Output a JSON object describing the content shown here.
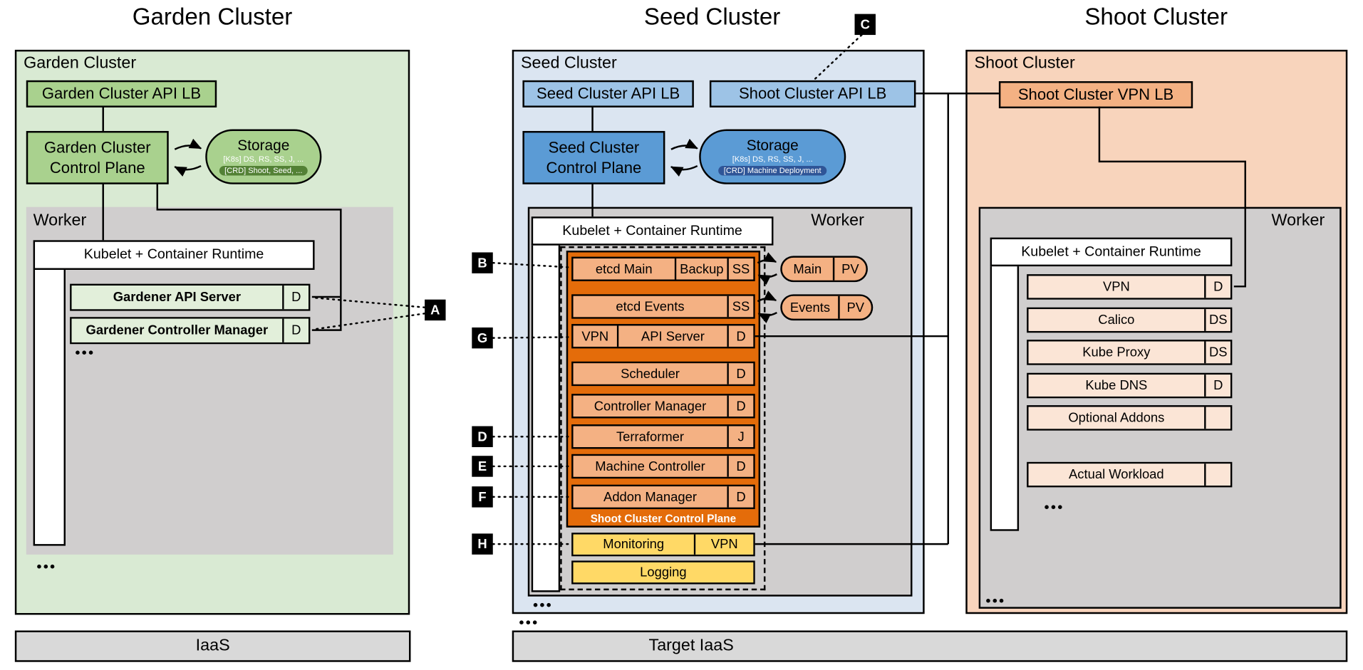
{
  "titles": {
    "garden": "Garden Cluster",
    "seed": "Seed Cluster",
    "shoot": "Shoot Cluster"
  },
  "misc": {
    "ellipsis": "•••"
  },
  "badges": {
    "a": "A",
    "b": "B",
    "c": "C",
    "d": "D",
    "e": "E",
    "f": "F",
    "g": "G",
    "h": "H"
  },
  "colors": {
    "garden_green": "#a9d18e",
    "seed_blue": "#5b9bd5",
    "orange": "#e46c0a",
    "cell_orange": "#f4b183",
    "yellow": "#ffd966"
  },
  "garden": {
    "box_label": "Garden Cluster",
    "api_lb": "Garden Cluster API LB",
    "control_plane": {
      "line1": "Garden Cluster",
      "line2": "Control Plane"
    },
    "storage": {
      "title": "Storage",
      "k8s_line": "[K8s] DS, RS, SS, J, ...",
      "crd_line": "[CRD] Shoot, Seed, ..."
    },
    "worker_label": "Worker",
    "kubelet": "Kubelet + Container Runtime",
    "deployments": [
      {
        "label": "Gardener API Server",
        "badge": "D"
      },
      {
        "label": "Gardener Controller Manager",
        "badge": "D"
      }
    ],
    "iaas": "IaaS"
  },
  "seed": {
    "box_label": "Seed Cluster",
    "api_lb": "Seed Cluster API LB",
    "shoot_api_lb": "Shoot Cluster API LB",
    "control_plane": {
      "line1": "Seed Cluster",
      "line2": "Control Plane"
    },
    "storage": {
      "title": "Storage",
      "k8s_line": "[K8s] DS, RS, SS, J, ...",
      "crd_line": "[CRD] Machine Deployment"
    },
    "worker_label": "Worker",
    "kubelet": "Kubelet + Container Runtime",
    "etcd_main": [
      "etcd Main",
      "Backup",
      "SS"
    ],
    "etcd_events": [
      "etcd Events",
      "SS"
    ],
    "api_server": [
      "VPN",
      "API Server",
      "D"
    ],
    "scheduler": [
      "Scheduler",
      "D"
    ],
    "controller_manager": [
      "Controller Manager",
      "D"
    ],
    "terraformer": [
      "Terraformer",
      "J"
    ],
    "machine_controller": [
      "Machine Controller",
      "D"
    ],
    "addon_manager": [
      "Addon Manager",
      "D"
    ],
    "shoot_cp_label": "Shoot Cluster Control Plane",
    "monitoring": [
      "Monitoring",
      "VPN"
    ],
    "logging": "Logging",
    "pv_main": [
      "Main",
      "PV"
    ],
    "pv_events": [
      "Events",
      "PV"
    ],
    "target_iaas": "Target IaaS"
  },
  "shoot": {
    "box_label": "Shoot Cluster",
    "vpn_lb": "Shoot Cluster VPN LB",
    "worker_label": "Worker",
    "kubelet": "Kubelet + Container Runtime",
    "rows": [
      {
        "label": "VPN",
        "badge": "D"
      },
      {
        "label": "Calico",
        "badge": "DS"
      },
      {
        "label": "Kube Proxy",
        "badge": "DS"
      },
      {
        "label": "Kube DNS",
        "badge": "D"
      },
      {
        "label": "Optional Addons",
        "badge": ""
      },
      {
        "label": "Actual Workload",
        "badge": ""
      }
    ]
  }
}
